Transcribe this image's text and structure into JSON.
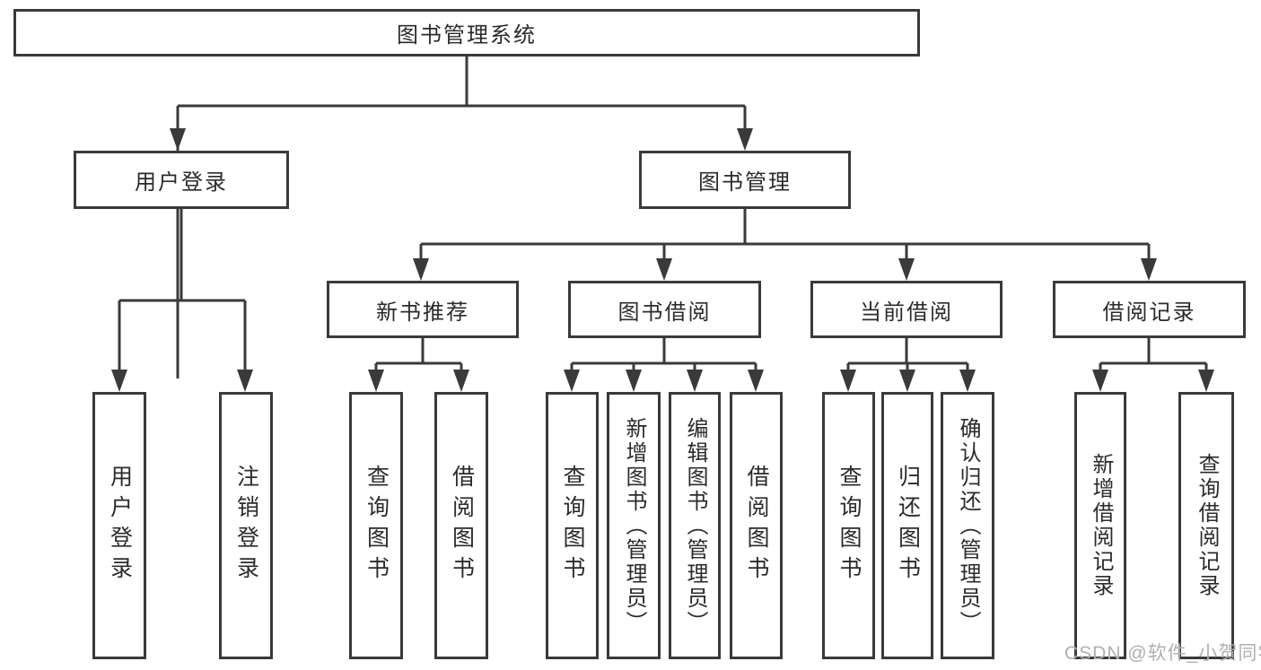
{
  "diagram": {
    "root": "图书管理系统",
    "level2": {
      "user_login": "用户登录",
      "book_mgmt": "图书管理"
    },
    "user_login_children": {
      "login": "用户登录",
      "logout": "注销登录"
    },
    "book_mgmt_children": {
      "new_book_rec": "新书推荐",
      "book_borrow": "图书借阅",
      "current_borrow": "当前借阅",
      "borrow_record": "借阅记录"
    },
    "new_book_rec_children": {
      "query": "查询图书",
      "borrow": "借阅图书"
    },
    "book_borrow_children": {
      "query": "查询图书",
      "add": "新增图书（管理员）",
      "edit": "编辑图书（管理员）",
      "borrow": "借阅图书"
    },
    "current_borrow_children": {
      "query": "查询图书",
      "return": "归还图书",
      "confirm": "确认归还（管理员）"
    },
    "borrow_record_children": {
      "add": "新增借阅记录",
      "query": "查询借阅记录"
    }
  },
  "watermark": "CSDN @软件_小贺同学",
  "colors": {
    "line": "#3a3a3a",
    "text": "#2b2b2b",
    "watermark": "#b0b0b0",
    "background": "#ffffff"
  }
}
